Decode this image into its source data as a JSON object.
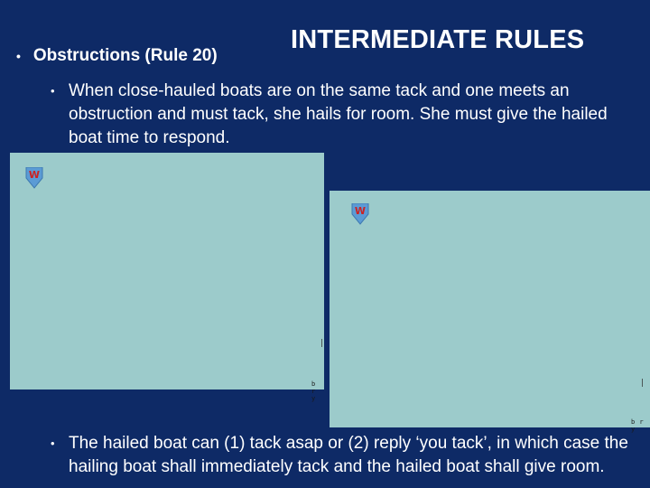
{
  "slide": {
    "title": "INTERMEDIATE RULES",
    "heading": "Obstructions (Rule 20)",
    "paragraph_1": "When close-hauled boats are on the same tack and one meets an obstruction and must tack, she hails for room.  She must give the hailed boat time to respond.",
    "paragraph_2": "The hailed boat can (1) tack asap or (2) reply ‘you tack’, in which case the hailing boat shall immediately tack and the hailed boat shall give room.",
    "bullet_char": "•"
  },
  "diagrams": [
    {
      "wind_label": "W",
      "credit": "b r y",
      "edge_mark": "|",
      "icon": "wind-arrow-icon"
    },
    {
      "wind_label": "W",
      "credit": "b r y",
      "edge_mark": "|",
      "icon": "wind-arrow-icon"
    }
  ],
  "colors": {
    "background": "#0e2a66",
    "diagram_water": "#9ccbcb",
    "wind_arrow": "#5b9bd5",
    "wind_label": "#cc2222"
  }
}
